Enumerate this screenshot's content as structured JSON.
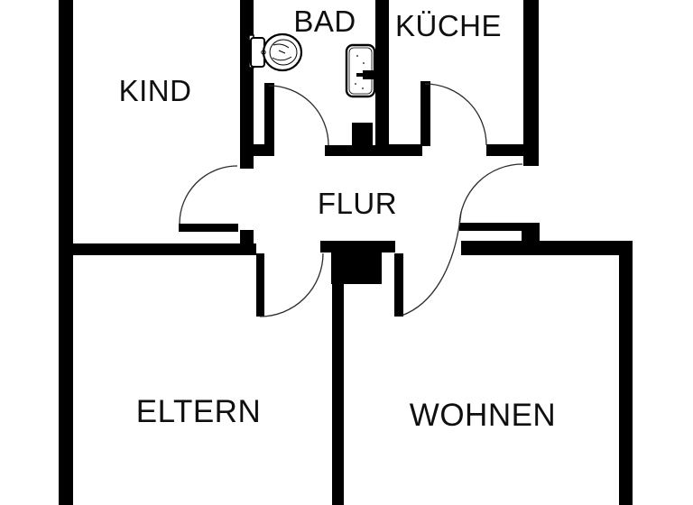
{
  "rooms": {
    "kind": {
      "label": "KIND"
    },
    "bad": {
      "label": "BAD"
    },
    "kueche": {
      "label": "KÜCHE"
    },
    "flur": {
      "label": "FLUR"
    },
    "eltern": {
      "label": "ELTERN"
    },
    "wohnen": {
      "label": "WOHNEN"
    }
  },
  "fixtures": {
    "toilet": "toilet-icon",
    "sink": "sink-icon"
  },
  "doors": [
    "door-kind",
    "door-bad",
    "door-kueche",
    "door-entry",
    "door-eltern",
    "door-wohnen"
  ],
  "colors": {
    "wall": "#000000",
    "background": "#ffffff",
    "door_arc": "#2b2b2b",
    "text": "#0f0f0f"
  }
}
